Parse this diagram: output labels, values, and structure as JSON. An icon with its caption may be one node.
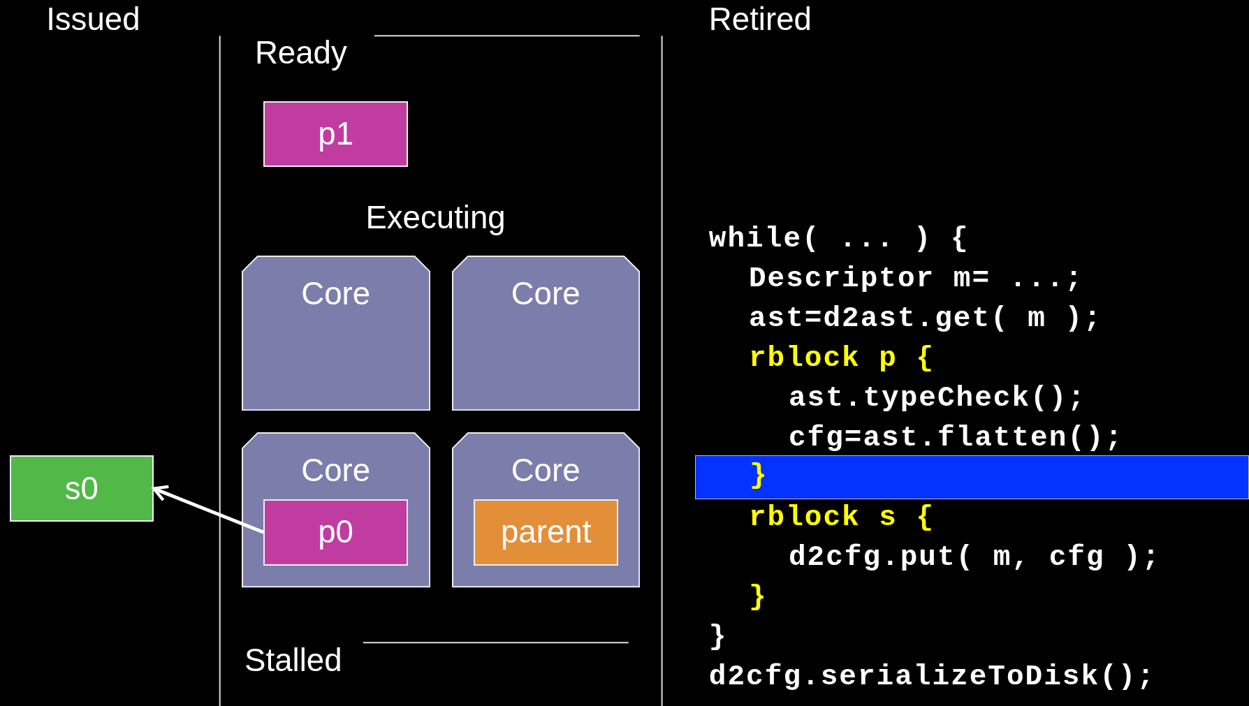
{
  "diagram": {
    "nodes": [
      {
        "text": [
          "p1"
        ]
      },
      {
        "text": [
          "Core"
        ]
      },
      {
        "text": [
          "Core"
        ]
      },
      {
        "text": [
          "Core"
        ]
      },
      {
        "text": [
          "p0"
        ],
        "in": 3
      },
      {
        "text": [
          "Core"
        ]
      },
      {
        "text": [
          "parent"
        ],
        "in": 5
      },
      {
        "text": [
          "s0"
        ]
      },
      {
        "text": [
          "}"
        ]
      }
    ],
    "edges": [
      {
        "from": 4,
        "to": 7,
        "arrow": "to"
      }
    ],
    "labels": [
      "Issued",
      "Ready",
      "Retired",
      "Executing",
      "while( ... ) {",
      "Descriptor m= ...;",
      "ast=d2ast.get( m );",
      "rblock p {",
      "ast.typeCheck();",
      "cfg=ast.flatten();",
      "rblock s {",
      "d2cfg.put( m, cfg );",
      "}",
      "}",
      "Stalled",
      "d2cfg.serializeToDisk();"
    ]
  }
}
